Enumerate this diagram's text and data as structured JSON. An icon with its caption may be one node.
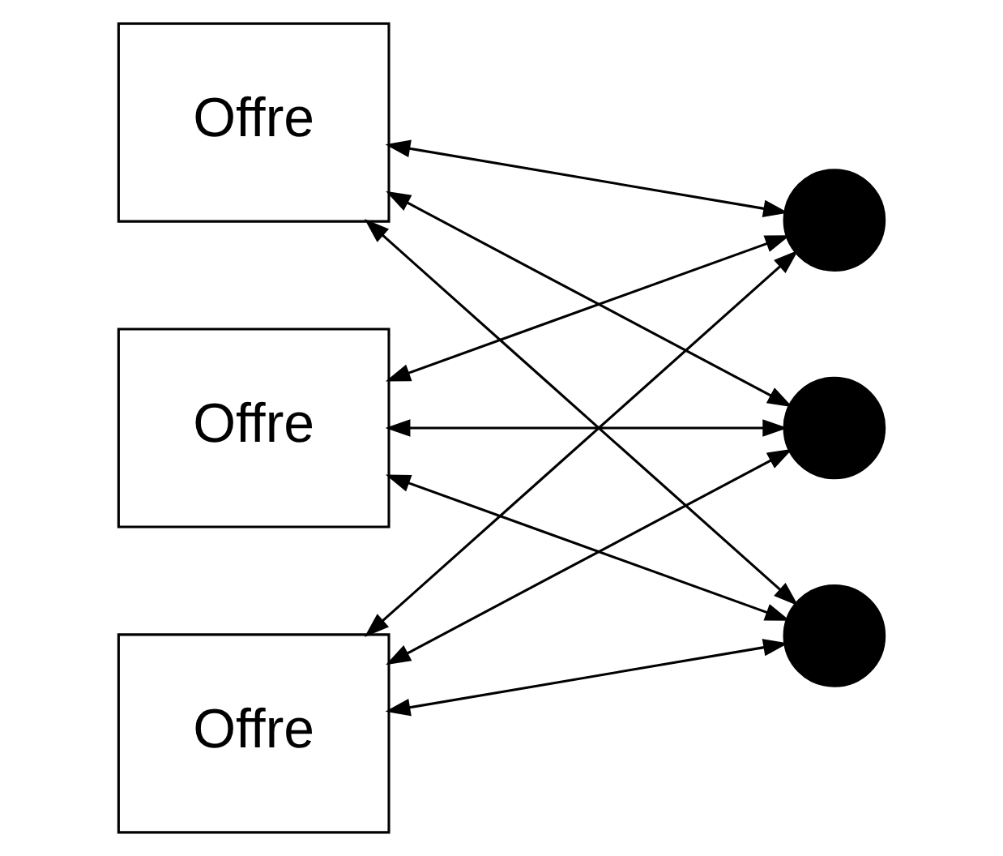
{
  "diagram": {
    "nodes": [
      {
        "text": [
          "Offre"
        ]
      },
      {
        "text": [
          "Offre"
        ]
      },
      {
        "text": [
          "Offre"
        ]
      },
      {
        "text": [],
        "shape": "circle"
      },
      {
        "text": [],
        "shape": "circle"
      },
      {
        "text": [],
        "shape": "circle"
      }
    ],
    "edges": [
      {
        "from": 0,
        "to": 3,
        "arrow": "both"
      },
      {
        "from": 0,
        "to": 4,
        "arrow": "both"
      },
      {
        "from": 0,
        "to": 5,
        "arrow": "both"
      },
      {
        "from": 1,
        "to": 3,
        "arrow": "both"
      },
      {
        "from": 1,
        "to": 4,
        "arrow": "both"
      },
      {
        "from": 1,
        "to": 5,
        "arrow": "both"
      },
      {
        "from": 2,
        "to": 3,
        "arrow": "both"
      },
      {
        "from": 2,
        "to": 4,
        "arrow": "both"
      },
      {
        "from": 2,
        "to": 5,
        "arrow": "both"
      }
    ]
  }
}
